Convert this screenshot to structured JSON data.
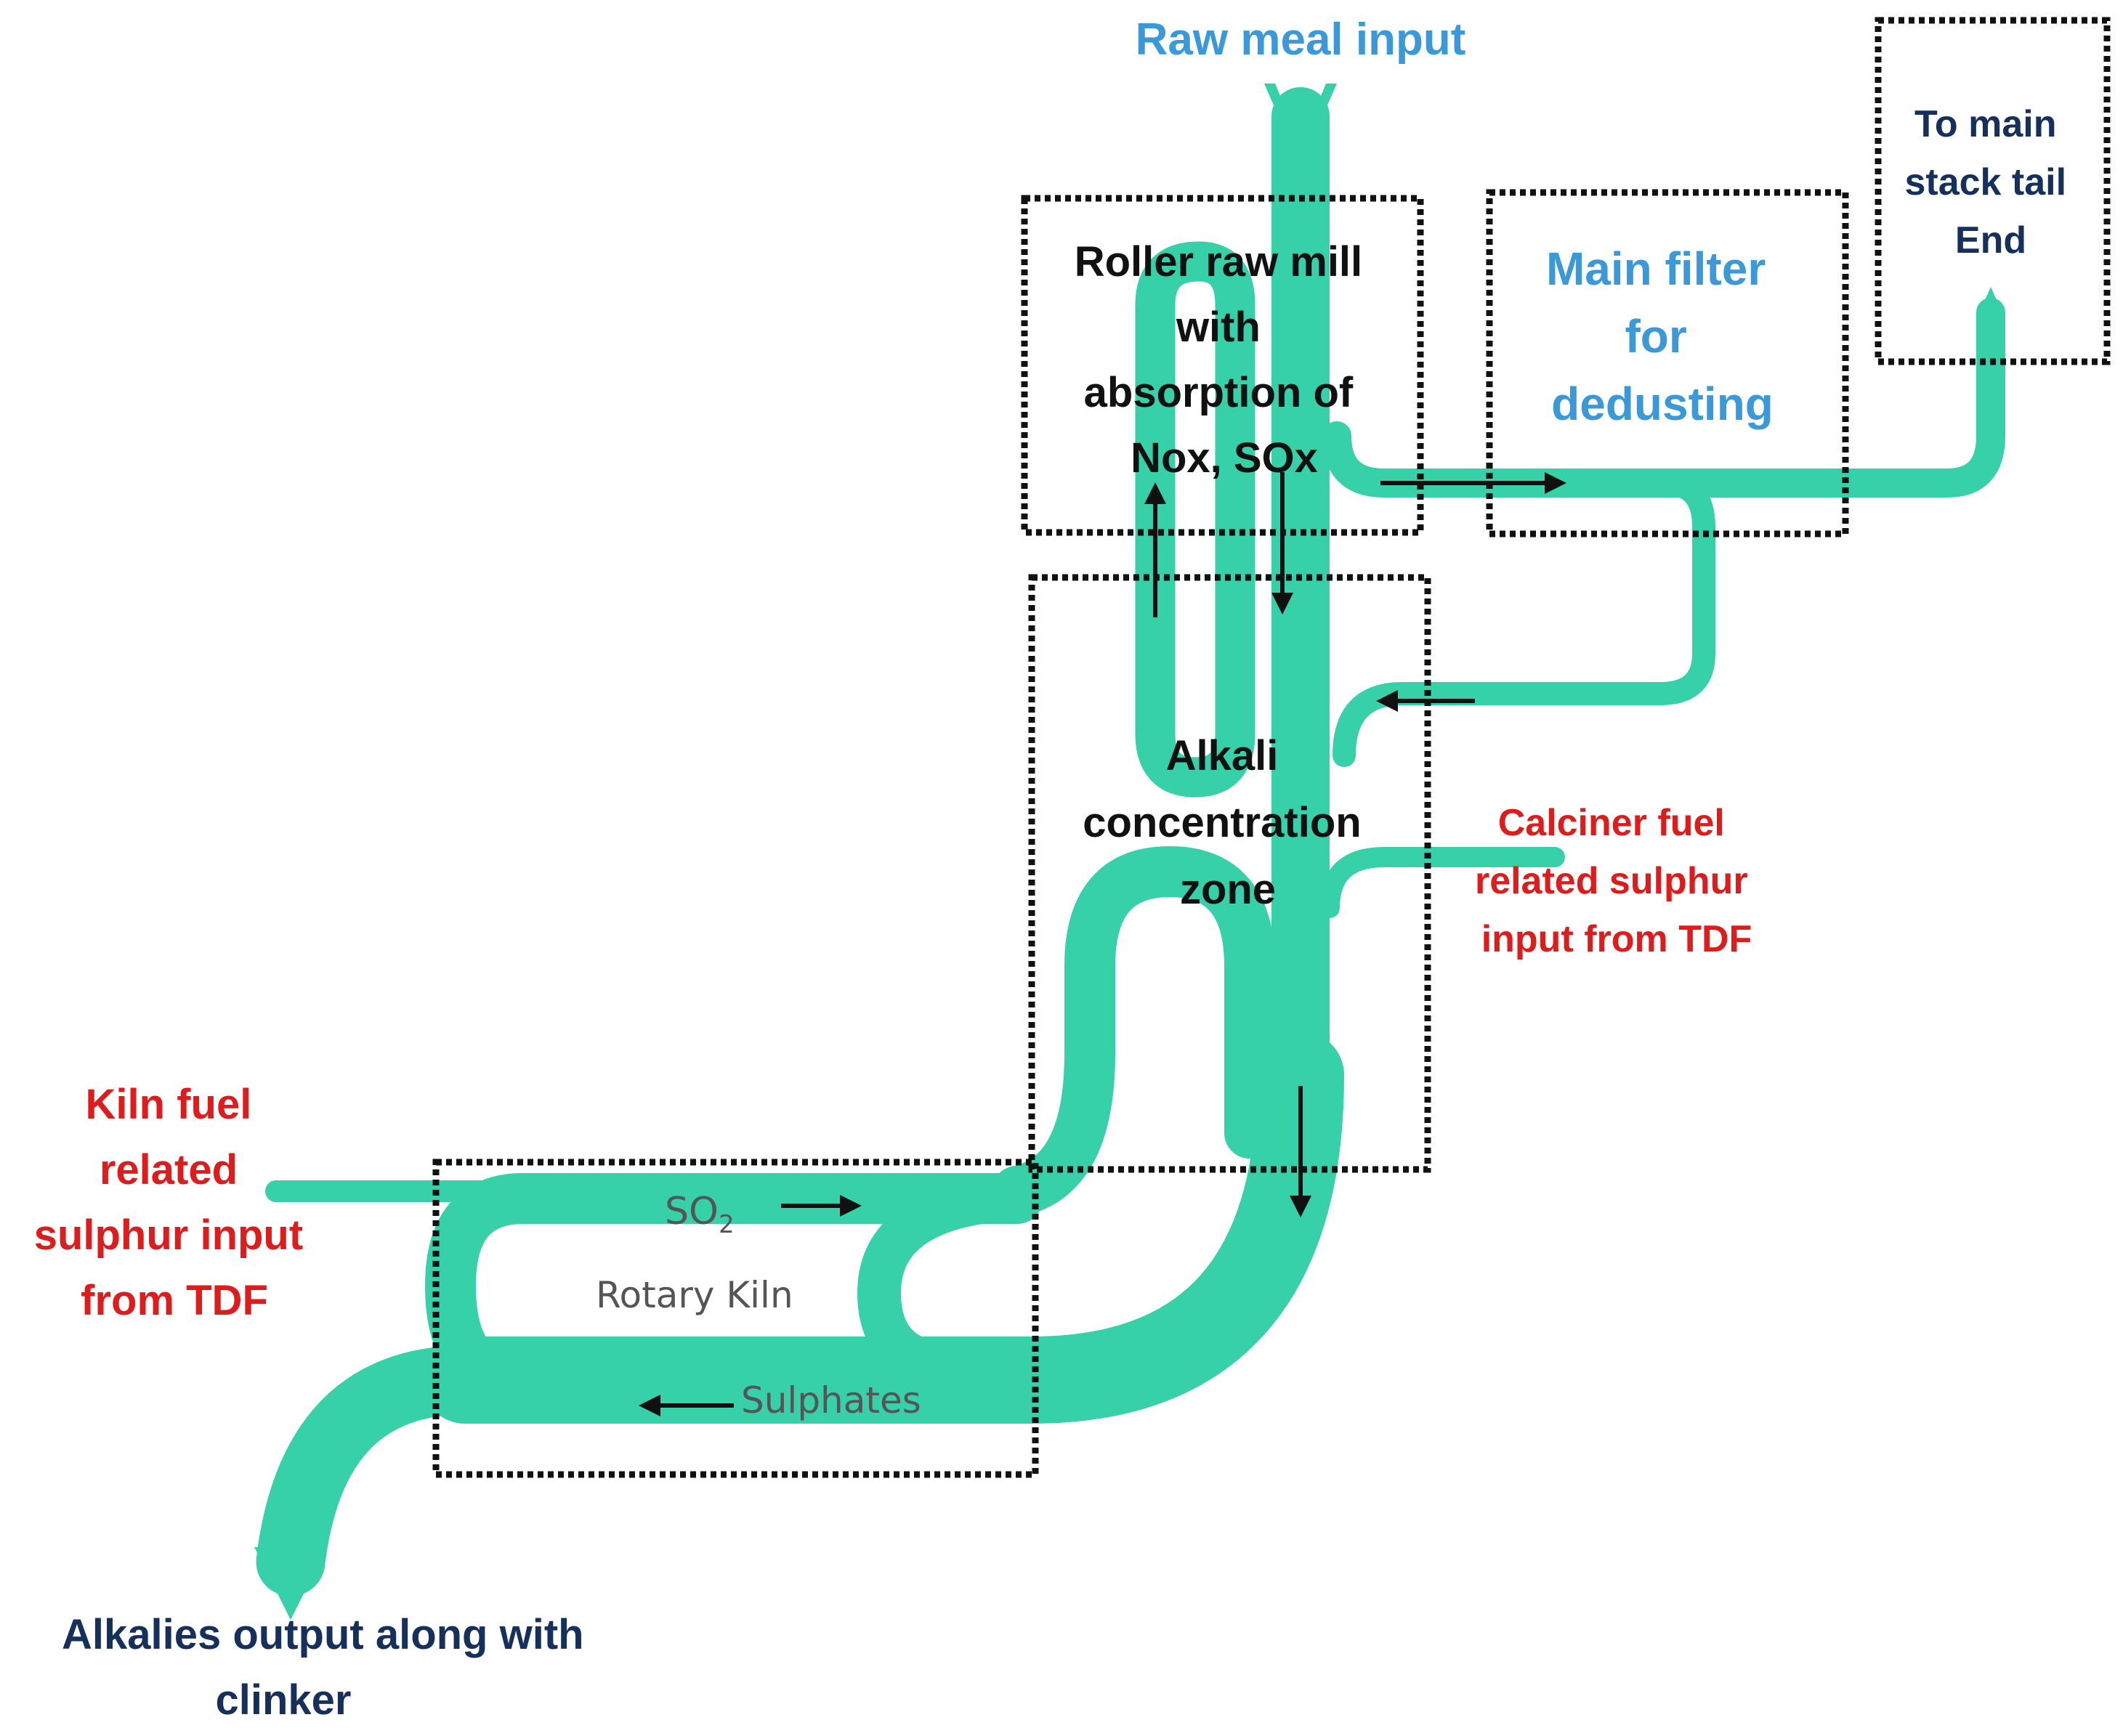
{
  "colors": {
    "flow": "#36d1a9",
    "label_light_blue": "#3a9ad9",
    "label_navy": "#16305e",
    "label_red": "#e01b1b",
    "label_black": "#111111"
  },
  "labels": {
    "raw_meal_input": "Raw meal input",
    "to_main_stack": [
      "To main",
      "stack tail",
      "End"
    ],
    "roller_raw_mill": [
      "Roller raw mill",
      "with",
      "absorption of",
      "Nox, SOx"
    ],
    "main_filter": [
      "Main filter",
      "for",
      "dedusting"
    ],
    "alkali_zone": [
      "Alkali",
      "concentration",
      "zone"
    ],
    "calciner_fuel": [
      "Calciner fuel",
      "related sulphur",
      "input from TDF"
    ],
    "kiln_fuel": [
      "Kiln fuel",
      "related",
      "sulphur input",
      "from TDF"
    ],
    "so2": "SO",
    "so2_subscript": "2",
    "rotary_kiln": "Rotary Kiln",
    "sulphates": "Sulphates",
    "alkalies_output": [
      "Alkalies output along with",
      "clinker"
    ]
  }
}
